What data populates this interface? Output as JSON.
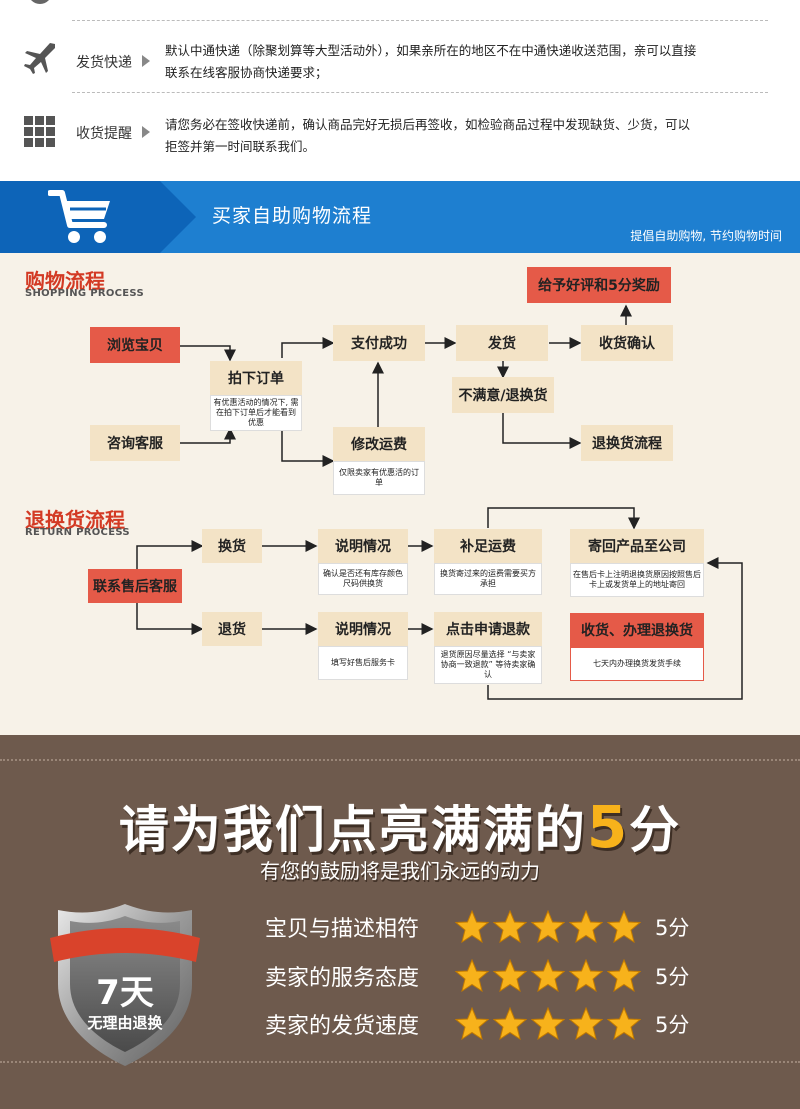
{
  "info": {
    "rows": [
      {
        "label": "发货快递",
        "icon": "airplane-icon",
        "line1": "默认中通快递（除聚划算等大型活动外），如果亲所在的地区不在中通快递收送范围，亲可以直接",
        "line2": "联系在线客服协商快递要求；"
      },
      {
        "label": "收货提醒",
        "icon": "grid-icon",
        "line1": "请您务必在签收快递前，确认商品完好无损后再签收，如检验商品过程中发现缺货、少货，可以",
        "line2": "拒签并第一时间联系我们。"
      }
    ]
  },
  "banner": {
    "title": "买家自助购物流程",
    "subtitle": "提倡自助购物, 节约购物时间"
  },
  "shopping": {
    "title": "购物流程",
    "subtitle": "SHOPPING PROCESS",
    "browse": "浏览宝贝",
    "consult": "咨询客服",
    "order": "拍下订单",
    "order_note": "有优惠活动的情况下, 需在拍下订单后才能看到优惠",
    "pay": "支付成功",
    "modify": "修改运费",
    "modify_note": "仅限卖家有优惠活的订单",
    "ship": "发货",
    "unsatisfied": "不满意/退换货",
    "confirm": "收货确认",
    "review": "给予好评和5分奖励",
    "return_flow": "退换货流程"
  },
  "returns": {
    "title": "退换货流程",
    "subtitle": "RETURN PROCESS",
    "contact": "联系售后客服",
    "exchange": "换货",
    "refund": "退货",
    "explain1": "说明情况",
    "explain1_note": "确认是否还有库存颜色尺码供换货",
    "explain2": "说明情况",
    "explain2_note": "填写好售后服务卡",
    "pay_freight": "补足运费",
    "pay_freight_note": "换货寄过来的运费需要买方承担",
    "apply_refund": "点击申请退款",
    "apply_refund_note": "退货原因尽量选择 “与卖家协商一致退款” 等待卖家确认",
    "send_back": "寄回产品至公司",
    "send_back_note": "在售后卡上注明退换货原因按照售后卡上或发货单上的地址寄回",
    "receive": "收货、办理退换货",
    "receive_note": "七天内办理换货发货手续"
  },
  "rating": {
    "title_main": "请为我们点亮满满的",
    "title_num": "5",
    "title_end": "分",
    "subtitle": "有您的鼓励将是我们永远的动力",
    "badge_line1": "7天",
    "badge_line2": "无理由退换",
    "rows": [
      {
        "label": "宝贝与描述相符",
        "stars": 5,
        "score": "5分"
      },
      {
        "label": "卖家的服务态度",
        "stars": 5,
        "score": "5分"
      },
      {
        "label": "卖家的发货速度",
        "stars": 5,
        "score": "5分"
      }
    ],
    "star_color": "#f7b21b",
    "badge_color": "#d9432b"
  }
}
